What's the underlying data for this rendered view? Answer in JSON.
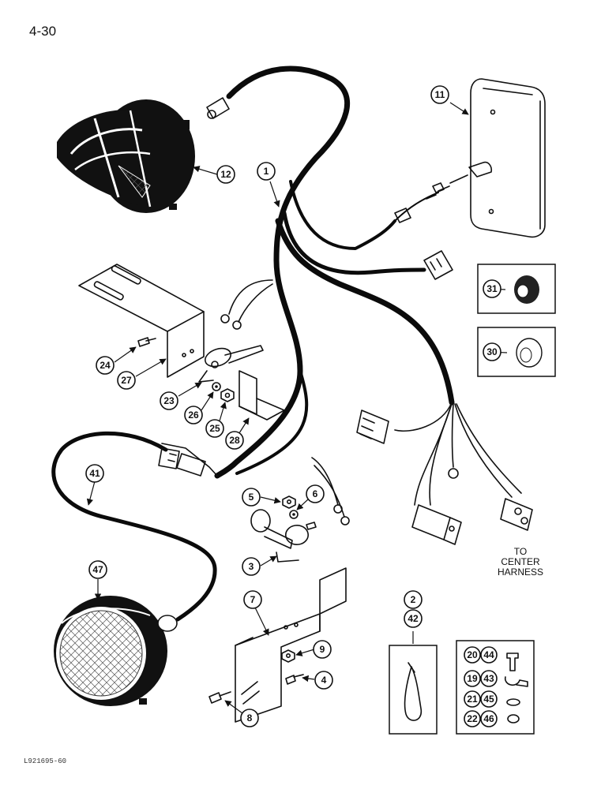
{
  "page_number": "4-30",
  "footer_code": "L921695-60",
  "note": "TO\nCENTER\nHARNESS",
  "callouts": {
    "c1": "1",
    "c2": "2",
    "c3": "3",
    "c4": "4",
    "c5": "5",
    "c6": "6",
    "c7": "7",
    "c8": "8",
    "c9": "9",
    "c11": "11",
    "c12": "12",
    "c19": "19",
    "c20": "20",
    "c21": "21",
    "c22": "22",
    "c23": "23",
    "c24": "24",
    "c25": "25",
    "c26": "26",
    "c27": "27",
    "c28": "28",
    "c30": "30",
    "c31": "31",
    "c41": "41",
    "c42": "42",
    "c43": "43",
    "c44": "44",
    "c45": "45",
    "c46": "46",
    "c47": "47"
  }
}
